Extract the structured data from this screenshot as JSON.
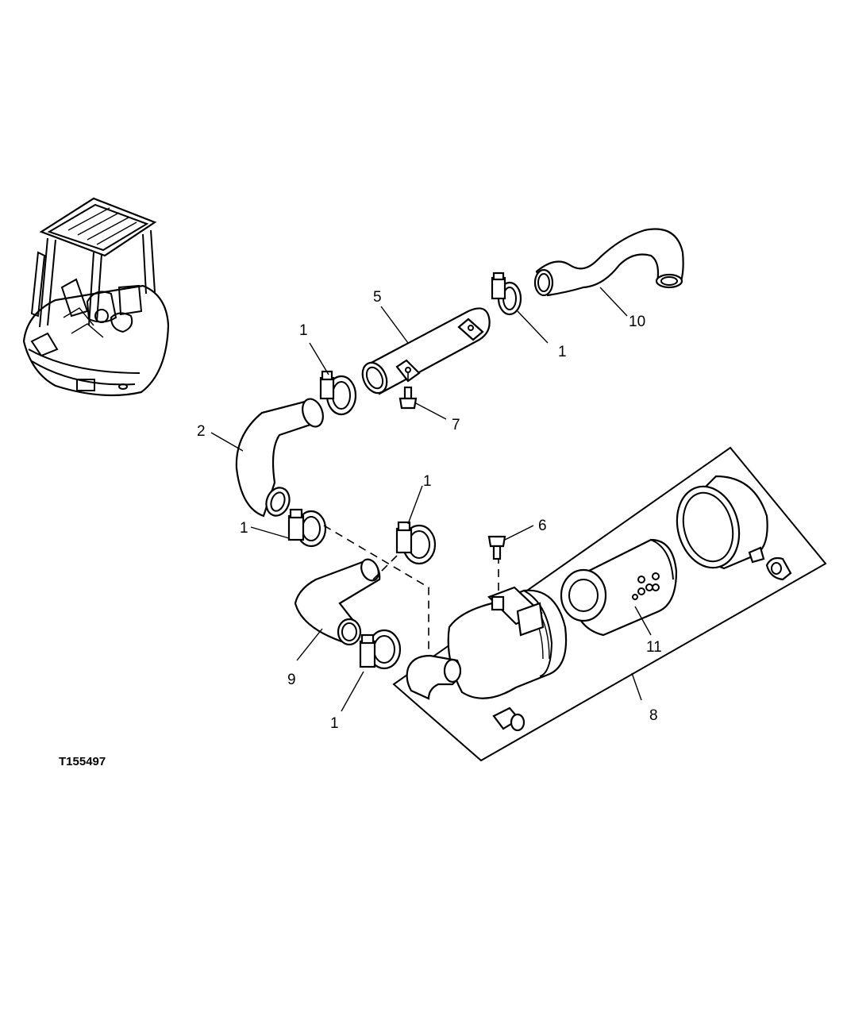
{
  "figure_id": "T155497",
  "callouts": {
    "c1_top_left": "1",
    "c1_top_right": "1",
    "c1_mid_left": "1",
    "c1_mid_right": "1",
    "c1_bottom": "1",
    "c2": "2",
    "c5": "5",
    "c6": "6",
    "c7": "7",
    "c8": "8",
    "c9": "9",
    "c10": "10",
    "c11": "11"
  }
}
